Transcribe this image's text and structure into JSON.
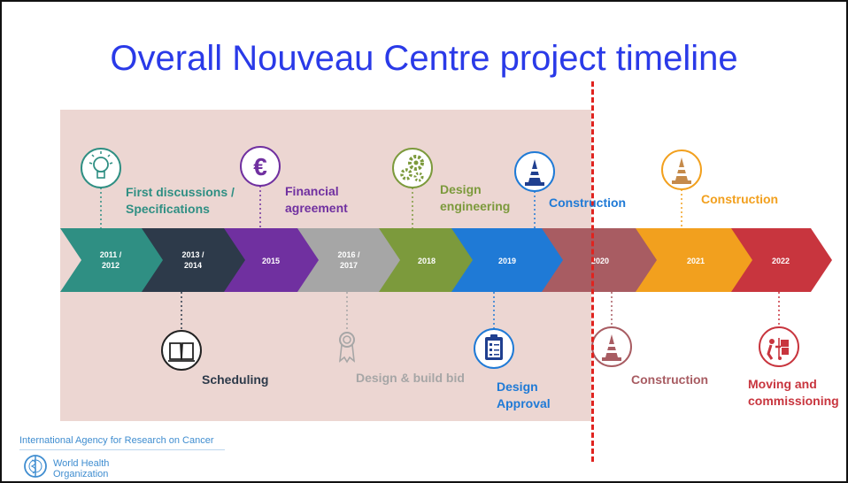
{
  "title": "Overall Nouveau Centre project timeline",
  "timeline": [
    {
      "label": "2011 /\n2012",
      "color": "#2f8f83"
    },
    {
      "label": "2013 /\n2014",
      "color": "#2d3a4a"
    },
    {
      "label": "2015",
      "color": "#7030a0"
    },
    {
      "label": "2016 /\n2017",
      "color": "#a6a6a6"
    },
    {
      "label": "2018",
      "color": "#7c9a3c"
    },
    {
      "label": "2019",
      "color": "#1f7ad6"
    },
    {
      "label": "2020",
      "color": "#a85c62"
    },
    {
      "label": "2021",
      "color": "#f2a01e"
    },
    {
      "label": "2022",
      "color": "#c8353e"
    }
  ],
  "milestones": {
    "first_discussions": {
      "line1": "First discussions /",
      "line2": "Specifications",
      "icon": "lightbulb-icon",
      "color": "#2f8f83"
    },
    "scheduling": {
      "line1": "Scheduling",
      "icon": "book-icon",
      "color": "#2d3a4a"
    },
    "financial": {
      "line1": "Financial",
      "line2": "agreement",
      "icon": "euro-icon",
      "color": "#7030a0"
    },
    "design_build_bid": {
      "line1": "Design & build bid",
      "icon": "award-ribbon-icon",
      "color": "#a6a6a6"
    },
    "design_engineering": {
      "line1": "Design",
      "line2": "engineering",
      "icon": "gears-icon",
      "color": "#7c9a3c"
    },
    "design_approval": {
      "line1": "Design",
      "line2": "Approval",
      "icon": "clipboard-icon",
      "color": "#1f7ad6"
    },
    "construction_2019": {
      "line1": "Construction",
      "icon": "traffic-cone-icon",
      "color": "#1f7ad6"
    },
    "construction_2020": {
      "line1": "Construction",
      "icon": "traffic-cone-icon",
      "color": "#a85c62"
    },
    "construction_2021": {
      "line1": "Construction",
      "icon": "traffic-cone-icon",
      "color": "#f2a01e"
    },
    "moving": {
      "line1": "Moving and",
      "line2": "commissioning",
      "icon": "hand-truck-icon",
      "color": "#c8353e"
    }
  },
  "footer": {
    "iarc": "International Agency for Research on Cancer",
    "who_line1": "World Health",
    "who_line2": "Organization",
    "who_icon": "who-emblem-icon"
  }
}
